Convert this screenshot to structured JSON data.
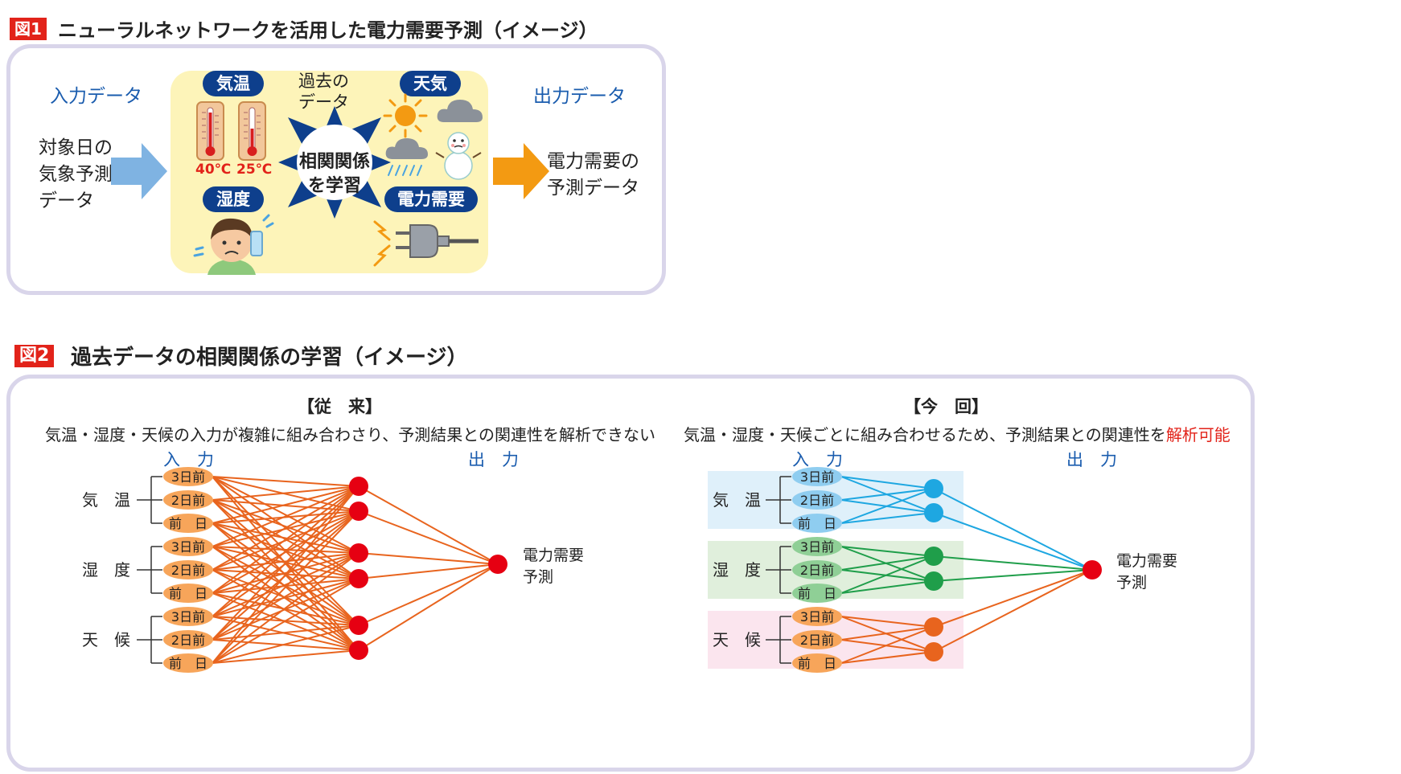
{
  "fig1": {
    "label": "図1",
    "title": "ニューラルネットワークを活用した電力需要予測（イメージ）",
    "input_label": "入力データ",
    "output_label": "出力データ",
    "input_lines": [
      "対象日の",
      "気象予測",
      "データ"
    ],
    "output_lines": [
      "電力需要の",
      "予測データ"
    ],
    "past_data_lines": [
      "過去の",
      "データ"
    ],
    "center_lines": [
      "相関関係",
      "を学習"
    ],
    "pills": {
      "temp": "気温",
      "humidity": "湿度",
      "weather": "天気",
      "power": "電力需要"
    },
    "therm_labels": [
      "40℃",
      "25℃"
    ]
  },
  "fig2": {
    "label": "図2",
    "title": "過去データの相関関係の学習（イメージ）",
    "left": {
      "heading": "【従　来】",
      "subtitle": "気温・湿度・天候の入力が複雑に組み合わさり、予測結果との関連性を解析できない",
      "input_head": "入　力",
      "output_head": "出　力"
    },
    "right": {
      "heading": "【今　回】",
      "subtitle_main": "気温・湿度・天候ごとに組み合わせるため、予測結果との関連性を",
      "subtitle_red": "解析可能",
      "input_head": "入　力",
      "output_head": "出　力"
    },
    "groups": [
      "気　温",
      "湿　度",
      "天　候"
    ],
    "days": [
      "3日前",
      "2日前",
      "前　日"
    ],
    "output_lines": [
      "電力需要",
      "予測"
    ]
  },
  "colors": {
    "accent_red": "#e2231a",
    "navy": "#0e3f8c",
    "orange_line": "#e8641e",
    "node_red": "#e60012",
    "blue_line": "#1ea7e1",
    "green_line": "#1f9e4a",
    "input_oval": "#f7a55a",
    "input_oval_blue": "#8fcdf0",
    "input_oval_green": "#8fcf96",
    "band_blue": "#dff0fa",
    "band_green": "#e0efdc",
    "band_pink": "#fbe5ee"
  }
}
